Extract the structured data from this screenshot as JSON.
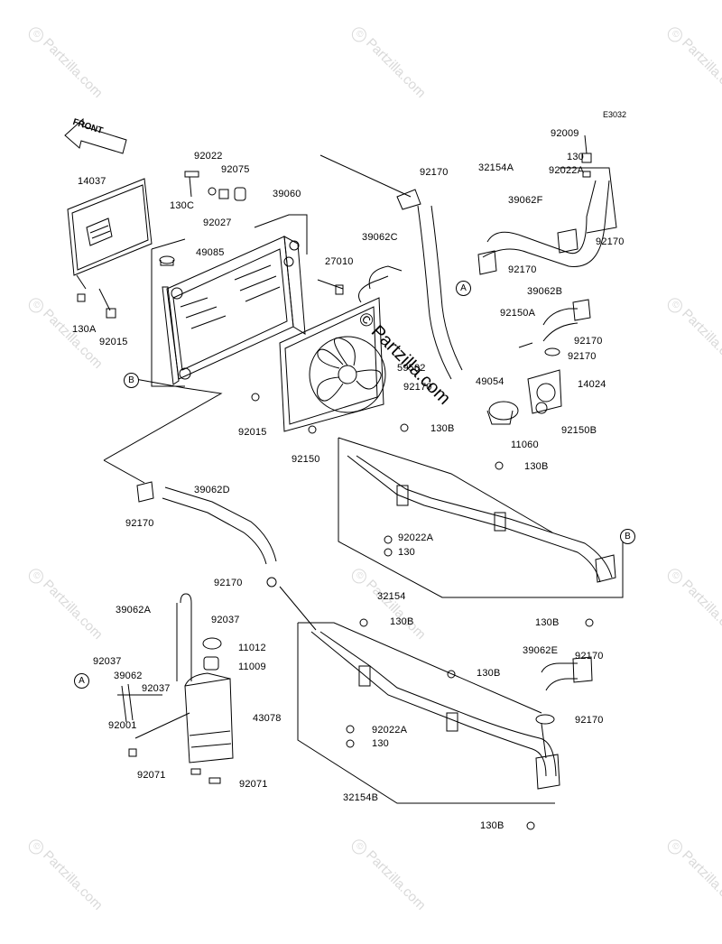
{
  "diagram_code": "E3032",
  "front_label": "FRONT",
  "center_watermark": "© Partzilla.com",
  "watermark_text": "Partzilla.com",
  "watermark_symbol": "©",
  "ref_markers": [
    "A",
    "B",
    "B",
    "A"
  ],
  "part_labels": [
    "92009",
    "130",
    "92022A",
    "32154A",
    "92170",
    "39062F",
    "92170",
    "92170",
    "92022",
    "92075",
    "130C",
    "92027",
    "39060",
    "14037",
    "49085",
    "27010",
    "39062C",
    "39062B",
    "92150A",
    "92170",
    "92170",
    "49054",
    "14024",
    "59502",
    "92170",
    "11060",
    "92150B",
    "130A",
    "92015",
    "92015",
    "92150",
    "130B",
    "130B",
    "92022A",
    "130",
    "32154",
    "130B",
    "39062D",
    "92170",
    "92170",
    "39062A",
    "92037",
    "11012",
    "11009",
    "92037",
    "39062",
    "92037",
    "43078",
    "92001",
    "92071",
    "92071",
    "130B",
    "130B",
    "92022A",
    "130",
    "32154B",
    "130B",
    "39062E",
    "92170",
    "92170"
  ],
  "colors": {
    "line": "#000000",
    "watermark": "#d9d9d9"
  }
}
